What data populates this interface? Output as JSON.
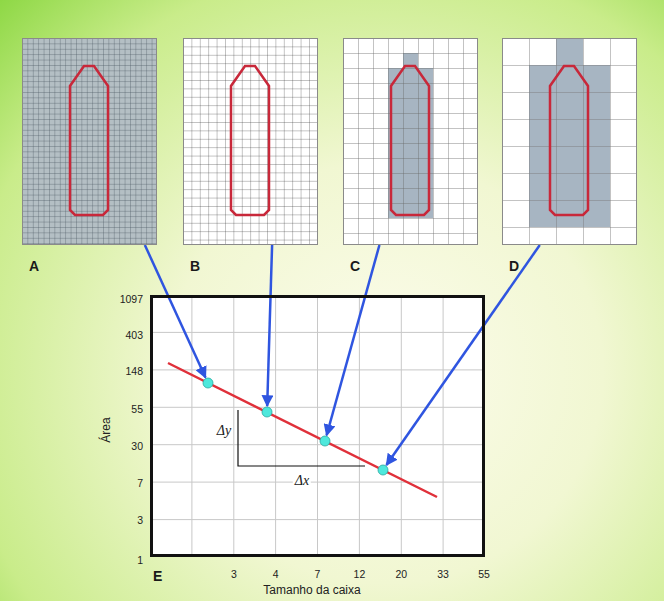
{
  "diagram": {
    "nodes": [
      {
        "text": [
          "A"
        ]
      },
      {
        "text": [
          "B"
        ]
      },
      {
        "text": [
          "C"
        ]
      },
      {
        "text": [
          "D"
        ]
      },
      {
        "text": [
          "E"
        ]
      }
    ],
    "edges": [
      {
        "from": 0,
        "to": 4,
        "arrow": "to"
      },
      {
        "from": 1,
        "to": 4,
        "arrow": "to"
      },
      {
        "from": 2,
        "to": 4,
        "arrow": "to"
      },
      {
        "from": 3,
        "to": 4,
        "arrow": "to"
      }
    ],
    "labels": [
      "1097",
      "403",
      "148",
      "55",
      "30",
      "7",
      "3",
      "1",
      "3",
      "4",
      "7",
      "12",
      "20",
      "33",
      "55",
      "Área",
      "Tamanho da caixa",
      "Δy",
      "Δx"
    ]
  }
}
